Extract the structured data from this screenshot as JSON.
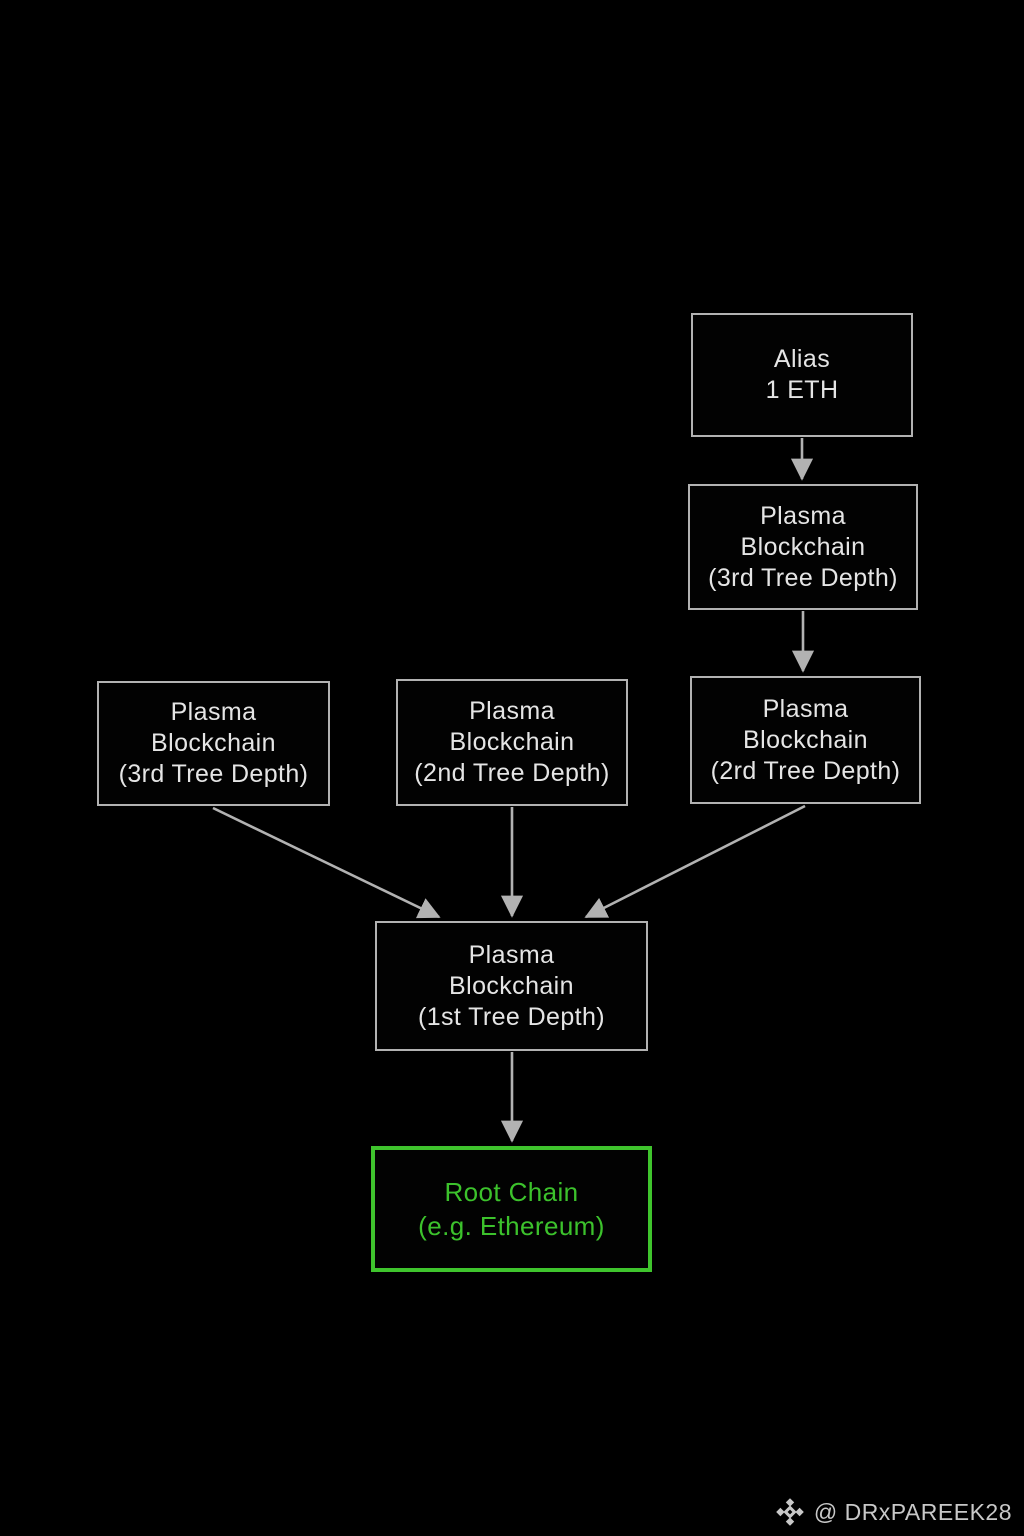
{
  "diagram": {
    "nodes": {
      "alias": {
        "lines": [
          "Alias",
          "1 ETH"
        ]
      },
      "plasma_3rd_right": {
        "lines": [
          "Plasma",
          "Blockchain",
          "(3rd Tree Depth)"
        ]
      },
      "plasma_3rd_left": {
        "lines": [
          "Plasma",
          "Blockchain",
          "(3rd Tree Depth)"
        ]
      },
      "plasma_2nd_middle": {
        "lines": [
          "Plasma",
          "Blockchain",
          "(2nd Tree Depth)"
        ]
      },
      "plasma_2rd_right": {
        "lines": [
          "Plasma",
          "Blockchain",
          "(2rd Tree Depth)"
        ]
      },
      "plasma_1st": {
        "lines": [
          "Plasma",
          "Blockchain",
          "(1st Tree Depth)"
        ]
      },
      "root_chain": {
        "lines": [
          "Root Chain",
          "(e.g. Ethereum)"
        ]
      }
    },
    "edges": [
      {
        "from": "alias",
        "to": "plasma_3rd_right"
      },
      {
        "from": "plasma_3rd_right",
        "to": "plasma_2rd_right"
      },
      {
        "from": "plasma_3rd_left",
        "to": "plasma_1st"
      },
      {
        "from": "plasma_2nd_middle",
        "to": "plasma_1st"
      },
      {
        "from": "plasma_2rd_right",
        "to": "plasma_1st"
      },
      {
        "from": "plasma_1st",
        "to": "root_chain"
      }
    ],
    "colors": {
      "background": "#000000",
      "box_border": "#b2b2b2",
      "box_text": "#e5e5e5",
      "arrow": "#b2b2b2",
      "root_accent": "#3fc42d"
    }
  },
  "watermark": {
    "icon": "binance-logo-icon",
    "handle": "@ DRxPAREEK28"
  }
}
